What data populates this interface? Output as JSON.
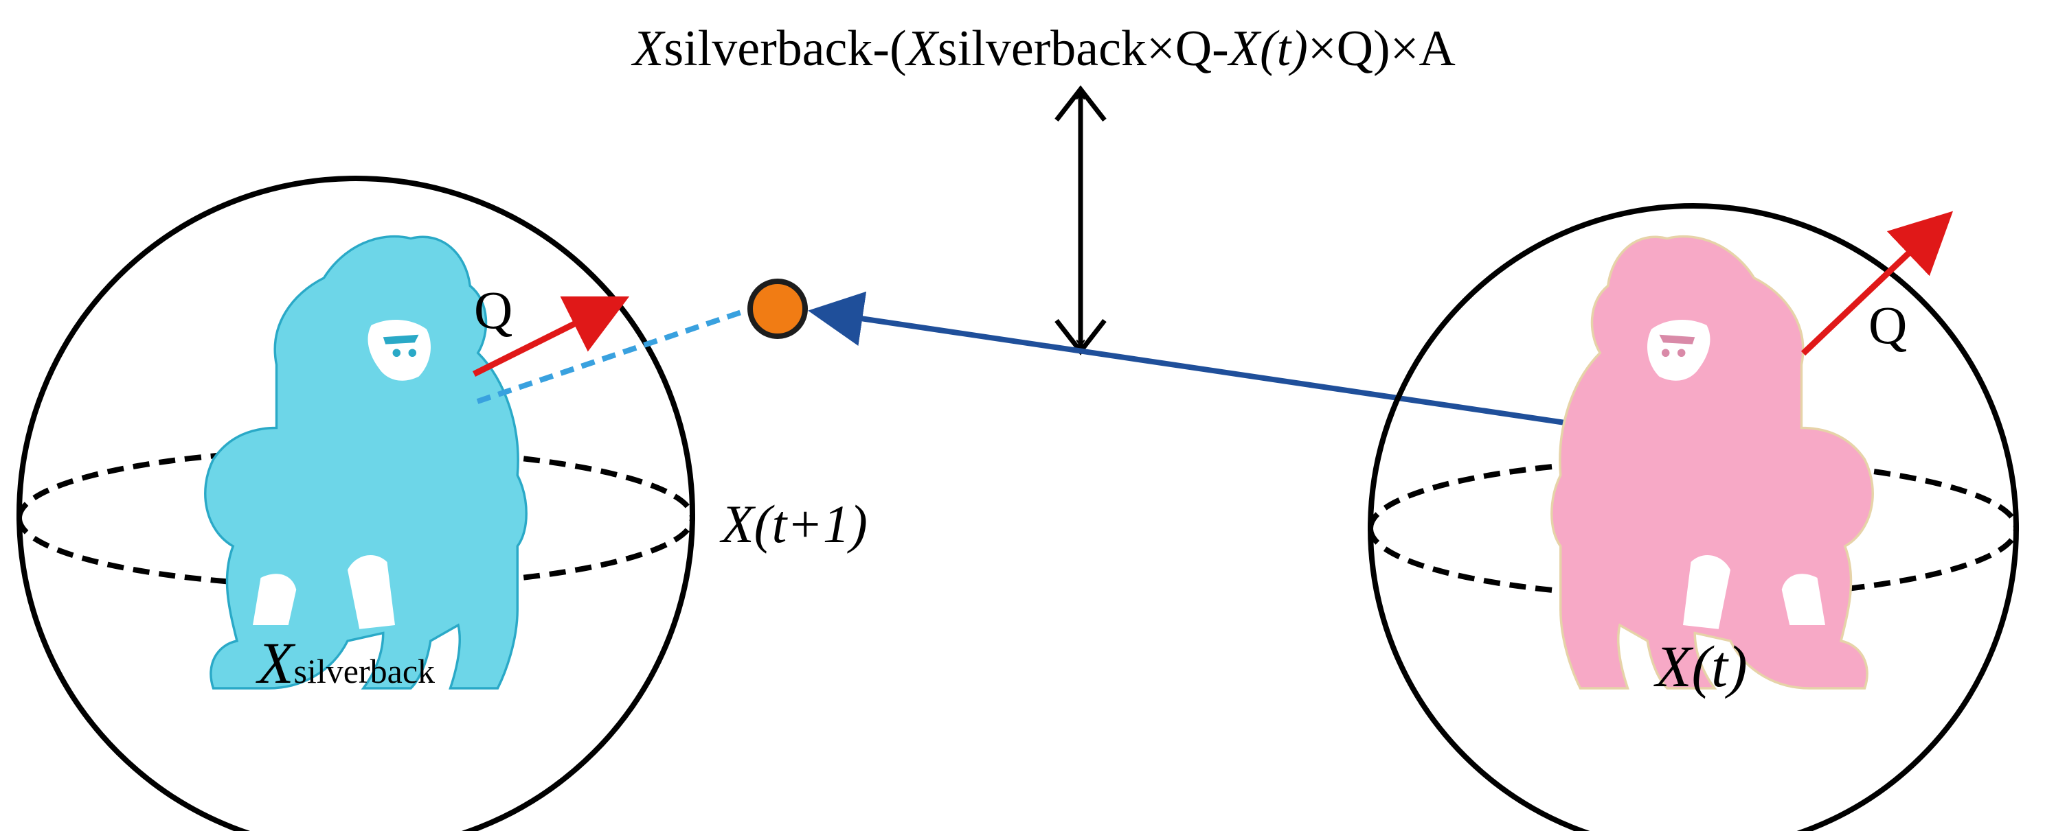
{
  "formula": {
    "p1": "X",
    "p2": "silverback-(",
    "p3": "X",
    "p4": "silverback×Q-",
    "p5": "X(t)",
    "p6": "×Q)×A"
  },
  "labels": {
    "q_left": "Q",
    "q_right": "Q",
    "x_next": "X(t+1)",
    "x_silverback_main": "X",
    "x_silverback_sub": "silverback",
    "x_t": "X(t)"
  },
  "colors": {
    "left_gorilla": "#6dd6e8",
    "right_gorilla": "#f7a9c6",
    "q_arrow": "#e01818",
    "move_arrow": "#1f4f9a",
    "dashed_line": "#39a1df",
    "position_point": "#f17c14"
  },
  "icons": {
    "left": "gorilla-icon",
    "right": "gorilla-icon"
  }
}
